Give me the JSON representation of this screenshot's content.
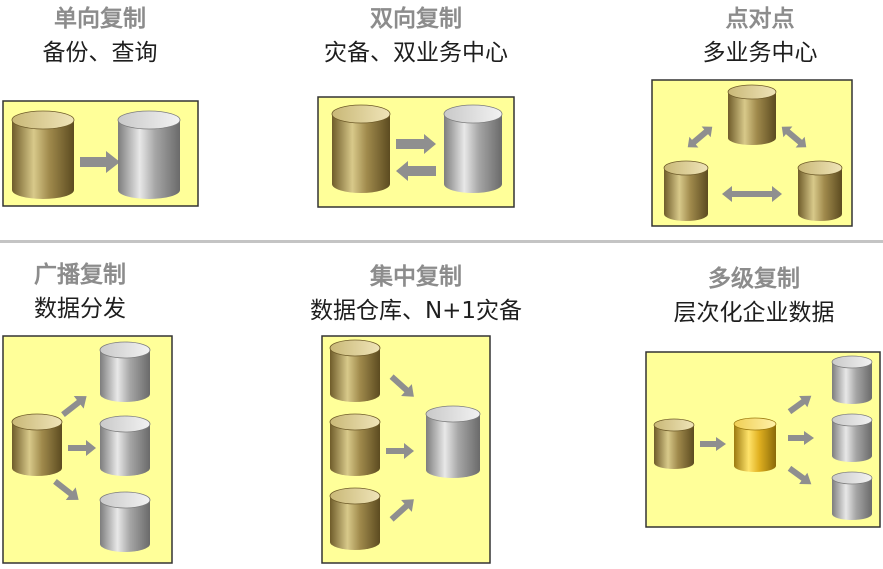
{
  "colors": {
    "panel_fill": "#ffff99",
    "panel_border": "#333333",
    "gold_cylinder": "#a08a4c",
    "silver_cylinder": "#a6a6a6",
    "bright_gold_cylinder": "#e0b020",
    "arrow": "#8f8f8f",
    "title_text": "#8c8c8c",
    "subtitle_text": "#1e1e1e",
    "divider": "#c4c4c4"
  },
  "panels": [
    {
      "id": "one-way",
      "title": "单向复制",
      "subtitle": "备份、查询"
    },
    {
      "id": "two-way",
      "title": "双向复制",
      "subtitle": "灾备、双业务中心"
    },
    {
      "id": "peer-to-peer",
      "title": "点对点",
      "subtitle": "多业务中心"
    },
    {
      "id": "broadcast",
      "title": "广播复制",
      "subtitle": "数据分发"
    },
    {
      "id": "consolidation",
      "title": "集中复制",
      "subtitle": "数据仓库、N+1灾备"
    },
    {
      "id": "cascade",
      "title": "多级复制",
      "subtitle": "层次化企业数据"
    }
  ]
}
